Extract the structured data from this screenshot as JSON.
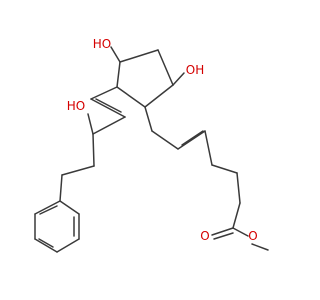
{
  "molecule": {
    "atom_labels": {
      "ring_oh_left": "HO",
      "ring_oh_right": "OH",
      "chain_oh": "HO",
      "carbonyl_o": "O",
      "ester_o": "O"
    },
    "colors": {
      "bond": "#3a3a3a",
      "heteroatom": "#d40000",
      "background": "#ffffff"
    }
  }
}
